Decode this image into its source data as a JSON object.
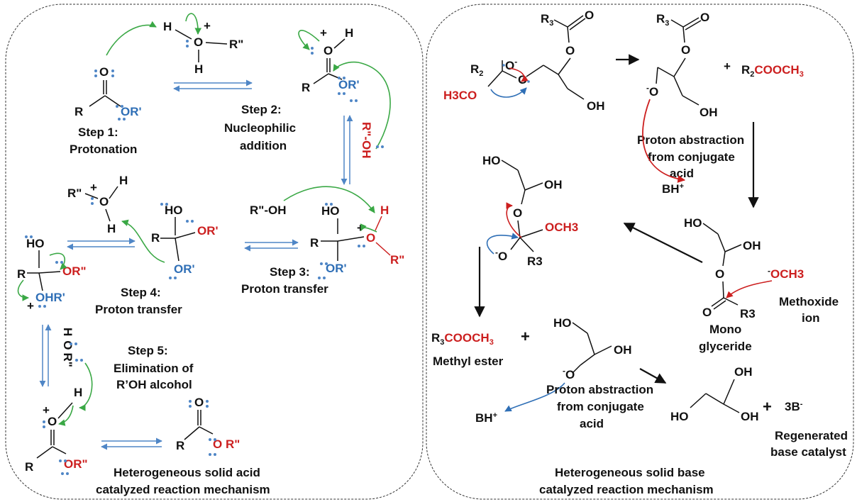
{
  "colors": {
    "black": "#111111",
    "red": "#cc1f1f",
    "blue": "#2f6fb6",
    "green": "#3aa845",
    "dots": "#4f86c6",
    "eqArrow": "#4f86c6",
    "border": "#333333"
  },
  "acid": {
    "R": "R",
    "O": "O",
    "OR1": "OR'",
    "H": "H",
    "plus": "+",
    "Rpp": "R\"",
    "HO": "HO",
    "OR2": "OR\"",
    "OHR1": "OHR'",
    "R2OH": "R\"-OH",
    "ROR_H": "H",
    "ROR_O": "O",
    "ROR_R": "R\"",
    "step1_title": "Step 1:",
    "step1_name": "Protonation",
    "step2_title": "Step 2:",
    "step2_line1": "Nucleophilic",
    "step2_line2": "addition",
    "step3_title": "Step 3:",
    "step3_name": "Proton transfer",
    "step4_title": "Step 4:",
    "step4_name": "Proton transfer",
    "step5_title": "Step 5:",
    "step5_line1": "Elimination of",
    "step5_line2": "R’OH alcohol",
    "ORsp": "O R\"",
    "caption_line1": "Heterogeneous solid acid",
    "caption_line2": "catalyzed reaction mechanism"
  },
  "base": {
    "R3": "R",
    "R3sub": "3",
    "R2": "R",
    "R2sub": "2",
    "O": "O",
    "Ominus": "O",
    "H3CO": "H3CO",
    "OH": "OH",
    "HO": "HO",
    "plus": "+",
    "R2COOCH3_a": "R",
    "R2COOCH3_b": "2",
    "R2COOCH3_c": "COOCH",
    "R2COOCH3_d": "3",
    "pa1_line1": "Proton abstraction",
    "pa1_line2": "from conjugate",
    "pa1_line3": "acid",
    "BH": "BH",
    "BHplus": "+",
    "OCH3": "OCH3",
    "R3plain": "R3",
    "minus": "-",
    "mono_line1": "Mono",
    "mono_line2": "glyceride",
    "methoxide_line1": "Methoxide",
    "methoxide_line2": "ion",
    "ester_a": "R",
    "ester_b": "3",
    "ester_c": "COOCH",
    "ester_d": "3",
    "methyl_ester": "Methyl ester",
    "pa2_line1": "Proton abstraction",
    "pa2_line2": "from conjugate",
    "pa2_line3": "acid",
    "threeB": "3B",
    "threeBminus": "-",
    "regen_line1": "Regenerated",
    "regen_line2": "base catalyst",
    "caption_line1": "Heterogeneous solid base",
    "caption_line2": "catalyzed reaction mechanism"
  }
}
